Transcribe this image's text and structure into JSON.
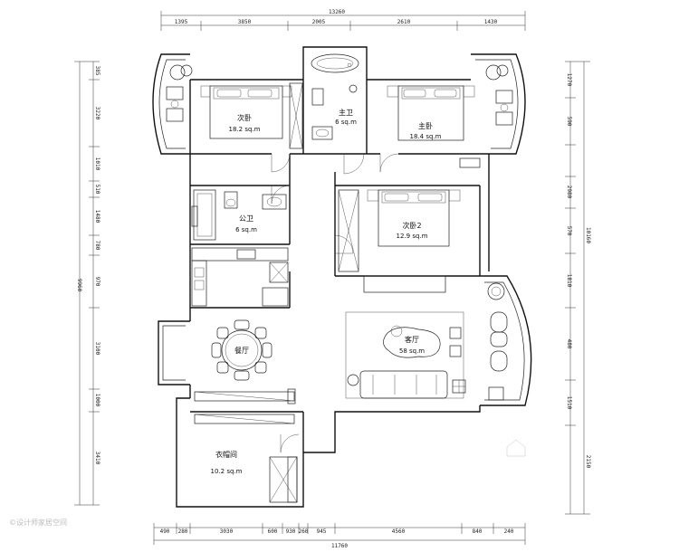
{
  "dimensions": {
    "top_total": "13260",
    "top_segments": [
      "1395",
      "3850",
      "2005",
      "2610",
      "1430"
    ],
    "bottom_total": "11760",
    "bottom_segments": [
      "490",
      "280",
      "3030",
      "600",
      "930",
      "260",
      "945",
      "4560",
      "840",
      "240"
    ],
    "left_total": "9960",
    "left_segments": [
      "385",
      "3220",
      "1010",
      "510",
      "1480",
      "780",
      "970",
      "3100",
      "1000",
      "3410"
    ],
    "right_total": "10160",
    "right_segments": [
      "1270",
      "590",
      "2980",
      "570",
      "1810",
      "480",
      "1510"
    ],
    "right_extra": "2150"
  },
  "rooms": [
    {
      "id": "bedroom-left",
      "name": "次卧",
      "area": "18.2 sq.m"
    },
    {
      "id": "master-bath",
      "name": "主卫",
      "area": "6 sq.m"
    },
    {
      "id": "master-bedroom",
      "name": "主卧",
      "area": "18.4 sq.m"
    },
    {
      "id": "public-bath",
      "name": "公卫",
      "area": "6 sq.m"
    },
    {
      "id": "bedroom-2",
      "name": "次卧2",
      "area": "12.9 sq.m"
    },
    {
      "id": "dining",
      "name": "餐厅",
      "area": ""
    },
    {
      "id": "living",
      "name": "客厅",
      "area": "58 sq.m"
    },
    {
      "id": "cloakroom",
      "name": "衣帽间",
      "area": "10.2 sq.m"
    }
  ],
  "watermark": "©设计师家居空间"
}
